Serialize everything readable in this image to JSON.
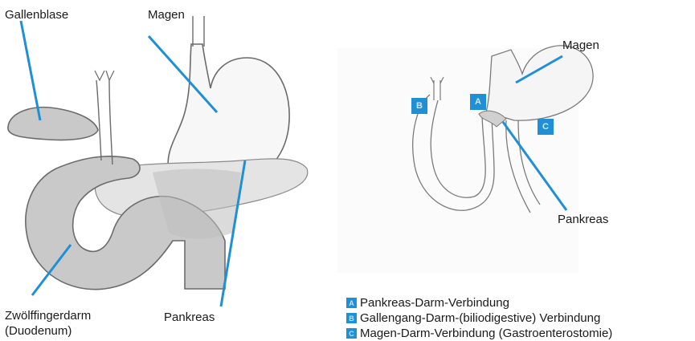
{
  "left_diagram": {
    "gallbladder": "Gallenblase",
    "stomach": "Magen",
    "duodenum_line1": "Zwölffingerdarm",
    "duodenum_line2": "(Duodenum)",
    "pancreas": "Pankreas"
  },
  "right_diagram": {
    "stomach": "Magen",
    "pancreas": "Pankreas",
    "markers": [
      "B",
      "A",
      "C"
    ]
  },
  "legend": [
    {
      "key": "A",
      "text": "Pankreas-Darm-Verbindung"
    },
    {
      "key": "B",
      "text": "Gallengang-Darm-(biliodigestive) Verbindung"
    },
    {
      "key": "C",
      "text": "Magen-Darm-Verbindung (Gastroenterostomie)"
    }
  ],
  "colors": {
    "accent": "#1f8fd6",
    "organ_fill": "#d4d4d4",
    "outline": "#6b6b6b"
  }
}
